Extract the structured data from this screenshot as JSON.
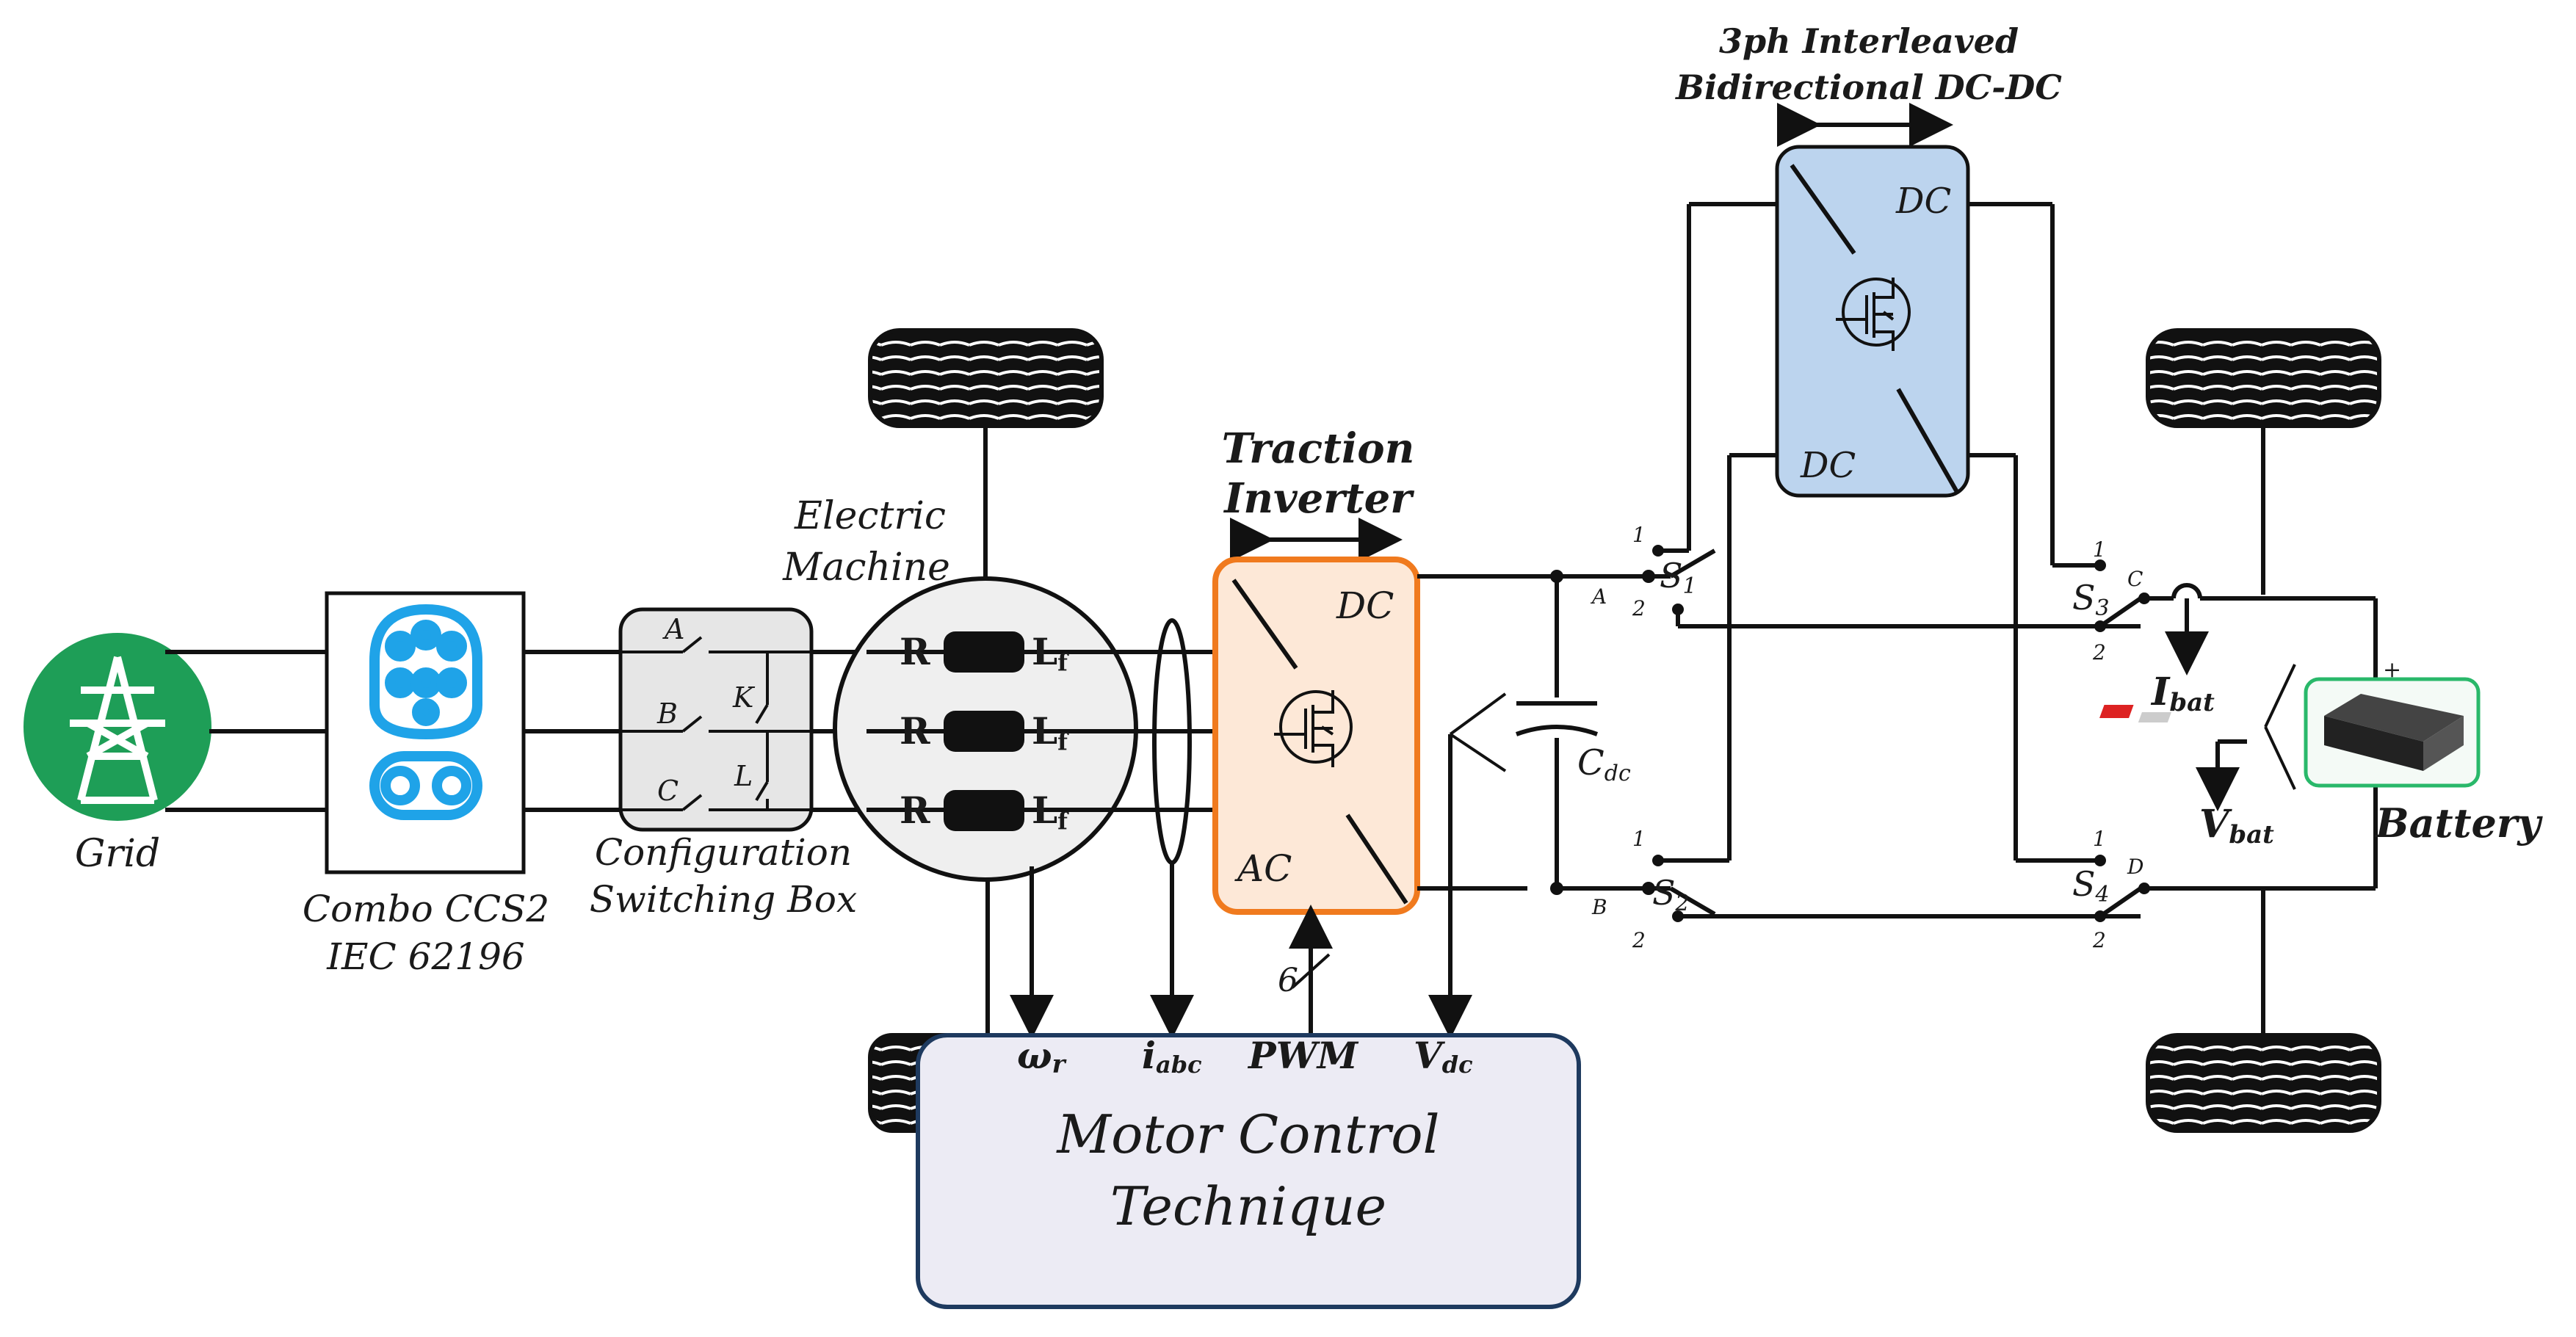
{
  "grid": {
    "label": "Grid",
    "color": "#1e9e57"
  },
  "connector": {
    "line1": "Combo CCS2",
    "line2": "IEC 62196",
    "color": "#1fa3e8"
  },
  "switch_box": {
    "line1": "Configuration",
    "line2": "Switching Box",
    "switch_a": "A",
    "switch_b": "B",
    "switch_c": "C",
    "switch_k": "K",
    "switch_l": "L"
  },
  "machine": {
    "line1": "Electric",
    "line2": "Machine",
    "r_label": "R",
    "lf_label": "L",
    "lf_sub": "f"
  },
  "inverter": {
    "line1": "Traction",
    "line2": "Inverter",
    "dc": "DC",
    "ac": "AC",
    "color": "#f07a1e"
  },
  "dcdc": {
    "line1": "3ph Interleaved",
    "line2": "Bidirectional DC-DC",
    "dc_top": "DC",
    "dc_bottom": "DC",
    "color": "#bcd4ee"
  },
  "capacitor": {
    "label": "C",
    "sub": "dc"
  },
  "switches": {
    "s1": "S",
    "s1_sub": "1",
    "s2": "S",
    "s2_sub": "2",
    "s3": "S",
    "s3_sub": "3",
    "s4": "S",
    "s4_sub": "4",
    "node_a": "A",
    "node_b": "B",
    "node_c": "C",
    "node_d": "D",
    "pos1": "1",
    "pos2": "2"
  },
  "battery": {
    "label": "Battery",
    "ibat": "I",
    "ibat_sub": "bat",
    "vbat": "V",
    "vbat_sub": "bat",
    "plus": "+"
  },
  "control": {
    "line1": "Motor Control",
    "line2": "Technique",
    "omega": "ω",
    "omega_sub": "r",
    "iabc": "i",
    "iabc_sub": "abc",
    "pwm": "PWM",
    "vdc": "V",
    "vdc_sub": "dc",
    "six": "6",
    "color": "#ecebf4"
  }
}
